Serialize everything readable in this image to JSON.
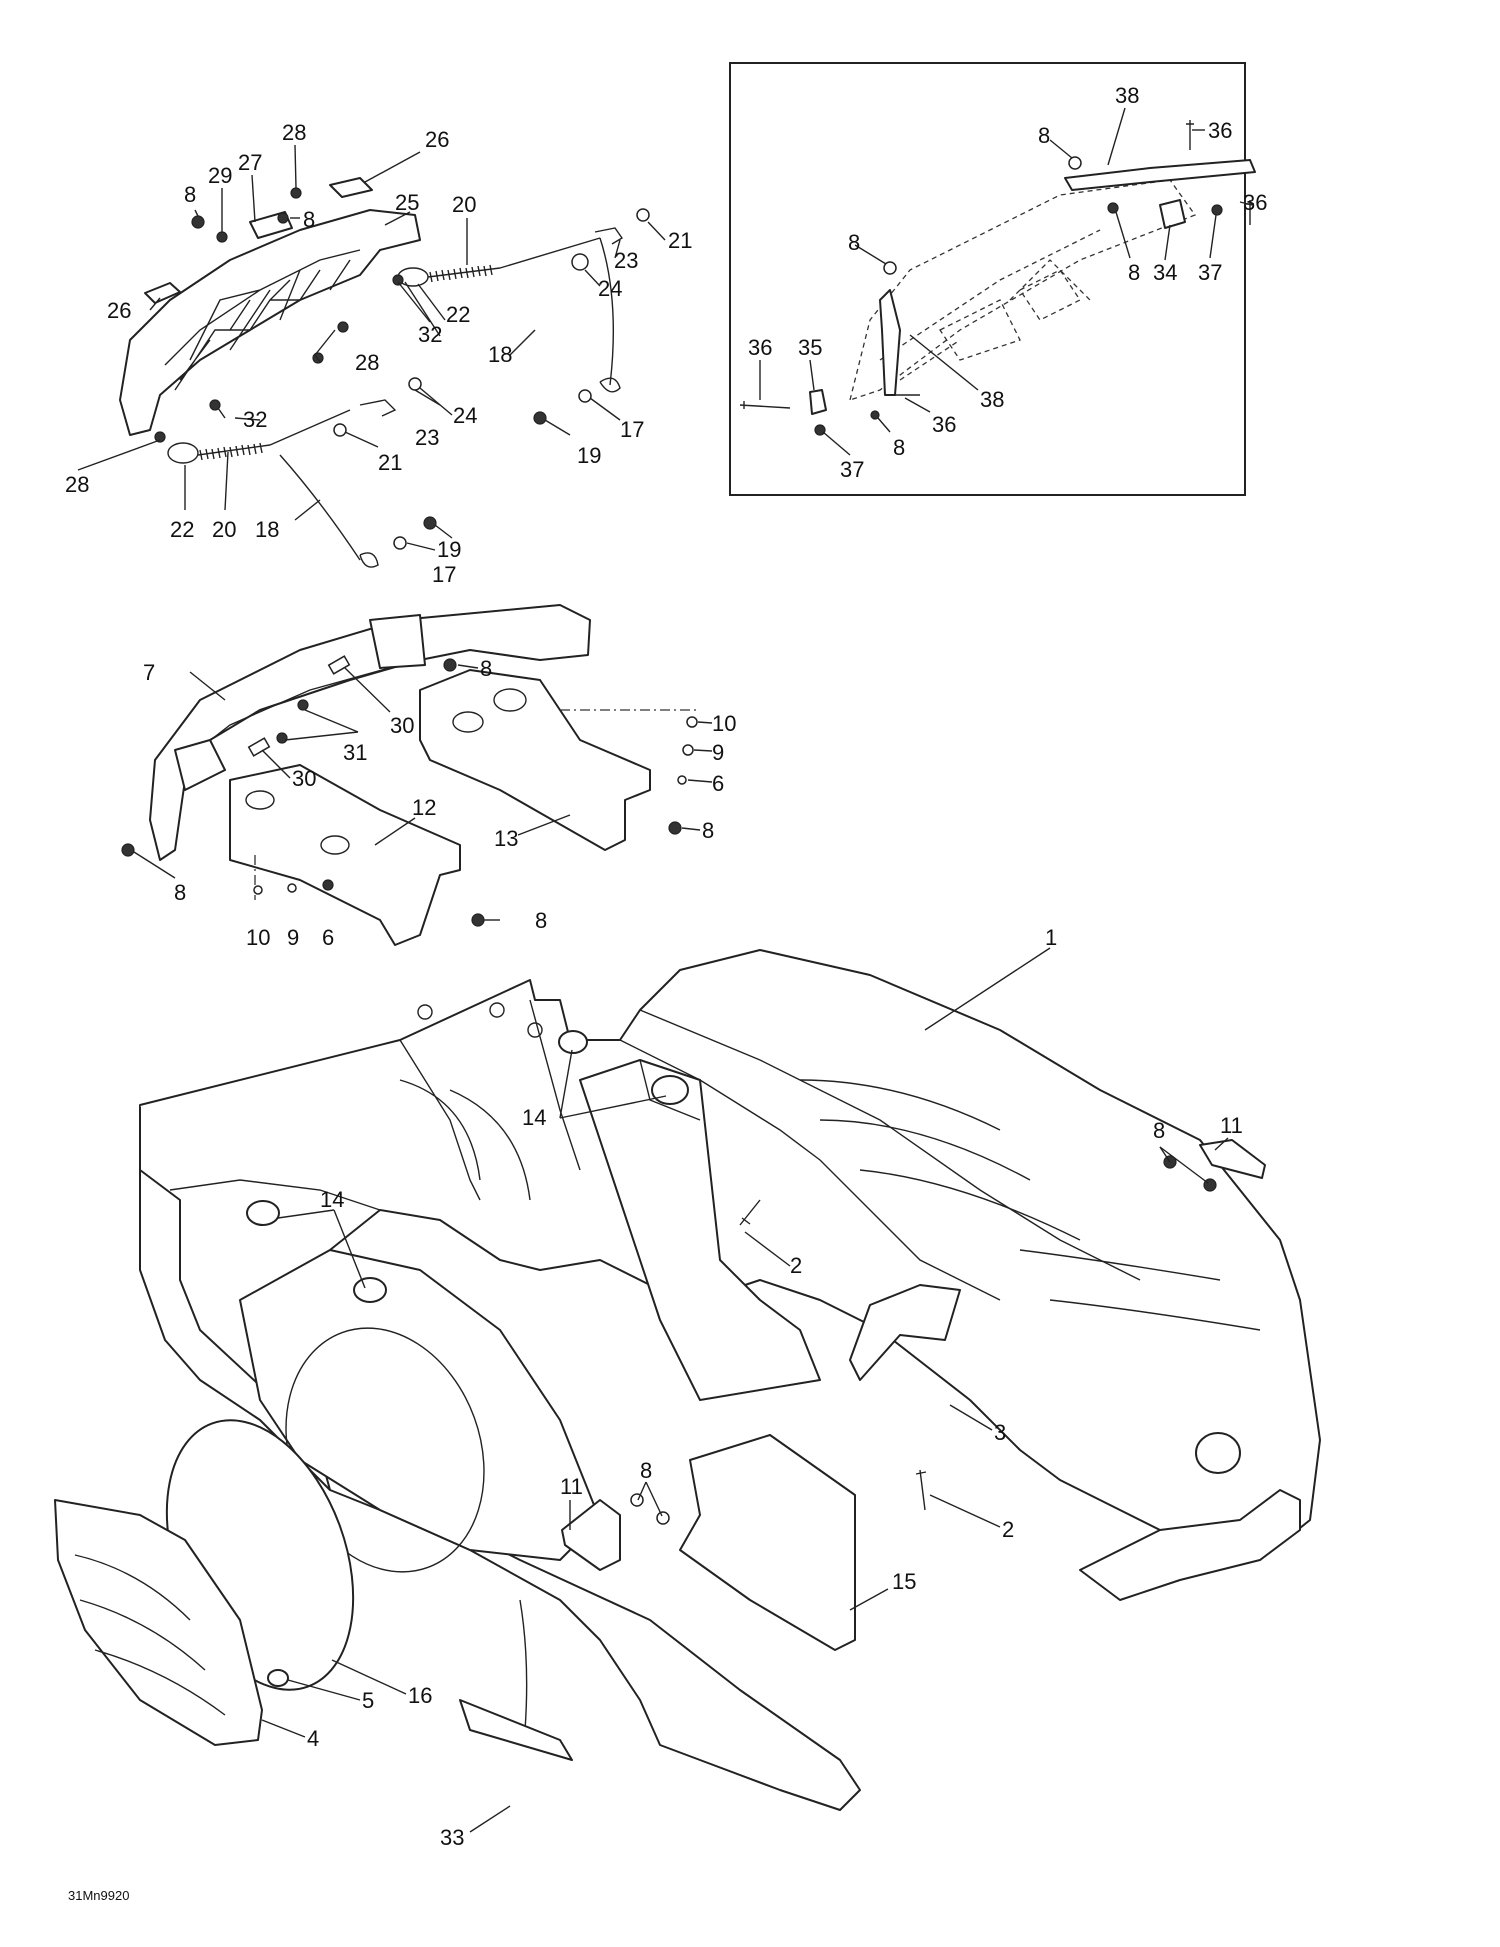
{
  "figure_code": "31Mn9920",
  "colors": {
    "line": "#222222",
    "background": "#ffffff"
  },
  "callouts": [
    {
      "id": "1",
      "label": "1"
    },
    {
      "id": "2",
      "label": "2"
    },
    {
      "id": "3",
      "label": "3"
    },
    {
      "id": "4",
      "label": "4"
    },
    {
      "id": "5",
      "label": "5"
    },
    {
      "id": "6",
      "label": "6"
    },
    {
      "id": "7",
      "label": "7"
    },
    {
      "id": "8",
      "label": "8"
    },
    {
      "id": "9",
      "label": "9"
    },
    {
      "id": "10",
      "label": "10"
    },
    {
      "id": "11",
      "label": "11"
    },
    {
      "id": "12",
      "label": "12"
    },
    {
      "id": "13",
      "label": "13"
    },
    {
      "id": "14",
      "label": "14"
    },
    {
      "id": "15",
      "label": "15"
    },
    {
      "id": "16",
      "label": "16"
    },
    {
      "id": "17",
      "label": "17"
    },
    {
      "id": "18",
      "label": "18"
    },
    {
      "id": "19",
      "label": "19"
    },
    {
      "id": "20",
      "label": "20"
    },
    {
      "id": "21",
      "label": "21"
    },
    {
      "id": "22",
      "label": "22"
    },
    {
      "id": "23",
      "label": "23"
    },
    {
      "id": "24",
      "label": "24"
    },
    {
      "id": "25",
      "label": "25"
    },
    {
      "id": "26",
      "label": "26"
    },
    {
      "id": "27",
      "label": "27"
    },
    {
      "id": "28",
      "label": "28"
    },
    {
      "id": "29",
      "label": "29"
    },
    {
      "id": "30",
      "label": "30"
    },
    {
      "id": "31",
      "label": "31"
    },
    {
      "id": "32",
      "label": "32"
    },
    {
      "id": "33",
      "label": "33"
    },
    {
      "id": "34",
      "label": "34"
    },
    {
      "id": "35",
      "label": "35"
    },
    {
      "id": "36",
      "label": "36"
    },
    {
      "id": "37",
      "label": "37"
    },
    {
      "id": "38",
      "label": "38"
    }
  ]
}
